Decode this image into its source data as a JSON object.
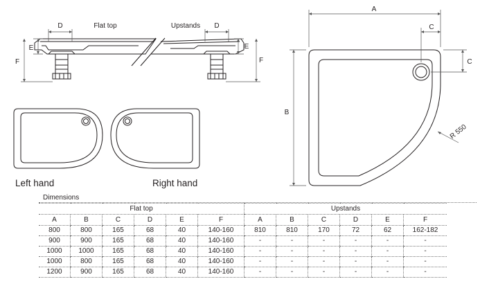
{
  "side_view": {
    "label_flat_top": "Flat top",
    "label_upstands": "Upstands",
    "dim_d_left": "D",
    "dim_d_right": "D",
    "dim_e_left": "E",
    "dim_e_right": "E",
    "dim_f_left": "F",
    "dim_f_right": "F"
  },
  "hand_views": {
    "left_label": "Left hand",
    "right_label": "Right hand"
  },
  "plan_view": {
    "dim_a": "A",
    "dim_b": "B",
    "dim_c_top": "C",
    "dim_c_right": "C",
    "radius_label": "R 550"
  },
  "table": {
    "title": "Dimensions",
    "group_flat_top": "Flat top",
    "group_upstands": "Upstands",
    "headers_flat": [
      "A",
      "B",
      "C",
      "D",
      "E",
      "F"
    ],
    "headers_up": [
      "A",
      "B",
      "C",
      "D",
      "E",
      "F"
    ],
    "rows": [
      {
        "flat": [
          "800",
          "800",
          "165",
          "68",
          "40",
          "140-160"
        ],
        "up": [
          "810",
          "810",
          "170",
          "72",
          "62",
          "162-182"
        ]
      },
      {
        "flat": [
          "900",
          "900",
          "165",
          "68",
          "40",
          "140-160"
        ],
        "up": [
          "-",
          "-",
          "-",
          "-",
          "-",
          "-"
        ]
      },
      {
        "flat": [
          "1000",
          "1000",
          "165",
          "68",
          "40",
          "140-160"
        ],
        "up": [
          "-",
          "-",
          "-",
          "-",
          "-",
          "-"
        ]
      },
      {
        "flat": [
          "1000",
          "800",
          "165",
          "68",
          "40",
          "140-160"
        ],
        "up": [
          "-",
          "-",
          "-",
          "-",
          "-",
          "-"
        ]
      },
      {
        "flat": [
          "1200",
          "900",
          "165",
          "68",
          "40",
          "140-160"
        ],
        "up": [
          "-",
          "-",
          "-",
          "-",
          "-",
          "-"
        ]
      }
    ]
  },
  "colors": {
    "line": "#231f20",
    "leader": "#555555"
  }
}
